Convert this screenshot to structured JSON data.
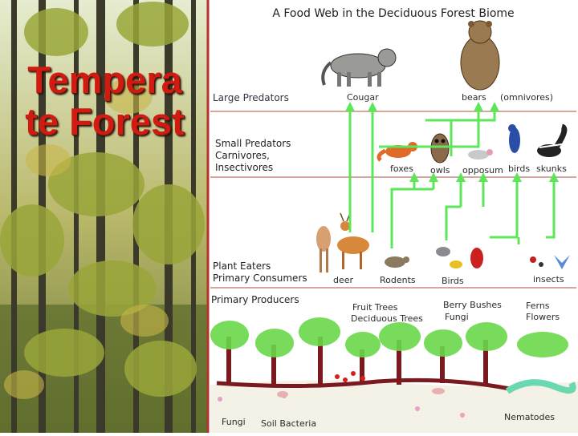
{
  "slide_title": "Tempera te Forest",
  "web_title": "A Food Web in the Deciduous Forest Biome",
  "levels": {
    "large_predators": "Large Predators",
    "small_predators": [
      "Small Predators",
      "Carnivores,",
      "Insectivores"
    ],
    "plant_eaters": [
      "Plant Eaters",
      "Primary Consumers"
    ],
    "producers": "Primary Producers"
  },
  "organisms": {
    "cougar": "Cougar",
    "bears": "bears",
    "omnivores": "(omnivores)",
    "foxes": "foxes",
    "owls": "owls",
    "opposum": "opposum",
    "birds_upper": "birds",
    "skunks": "skunks",
    "deer": "deer",
    "rodents": "Rodents",
    "birds_lower": "Birds",
    "insects": "insects",
    "fruit_trees": [
      "Fruit Trees",
      "Deciduous Trees"
    ],
    "berry_bushes": [
      "Berry Bushes",
      "Fungi"
    ],
    "ferns": [
      "Ferns",
      "Flowers"
    ],
    "fungi": "Fungi",
    "soil_bacteria": "Soil Bacteria",
    "nematodes": "Nematodes"
  },
  "colors": {
    "frame": "#b7322c",
    "divider": "#c98a7a",
    "arrow": "#5ee65a",
    "title_red": "#d11a12"
  }
}
